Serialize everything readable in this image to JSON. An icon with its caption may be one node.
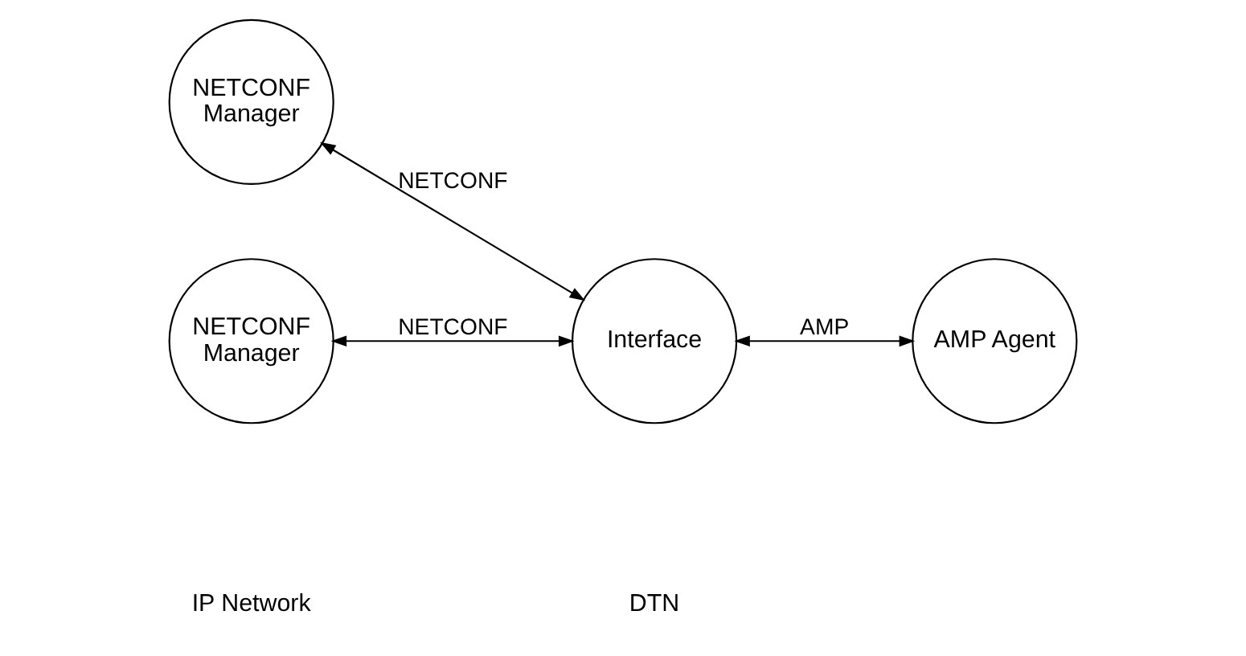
{
  "diagram": {
    "nodes": [
      {
        "text": [
          "NETCONF Manager"
        ]
      },
      {
        "text": [
          "NETCONF Manager"
        ]
      },
      {
        "text": [
          "Interface"
        ]
      },
      {
        "text": [
          "AMP Agent"
        ]
      }
    ],
    "edges": [
      {
        "from": 0,
        "to": 2,
        "arrow": "both",
        "label": "NETCONF"
      },
      {
        "from": 1,
        "to": 2,
        "arrow": "both",
        "label": "NETCONF"
      },
      {
        "from": 2,
        "to": 3,
        "arrow": "both",
        "label": "AMP"
      }
    ],
    "labels": [
      "IP Network",
      "DTN"
    ]
  }
}
